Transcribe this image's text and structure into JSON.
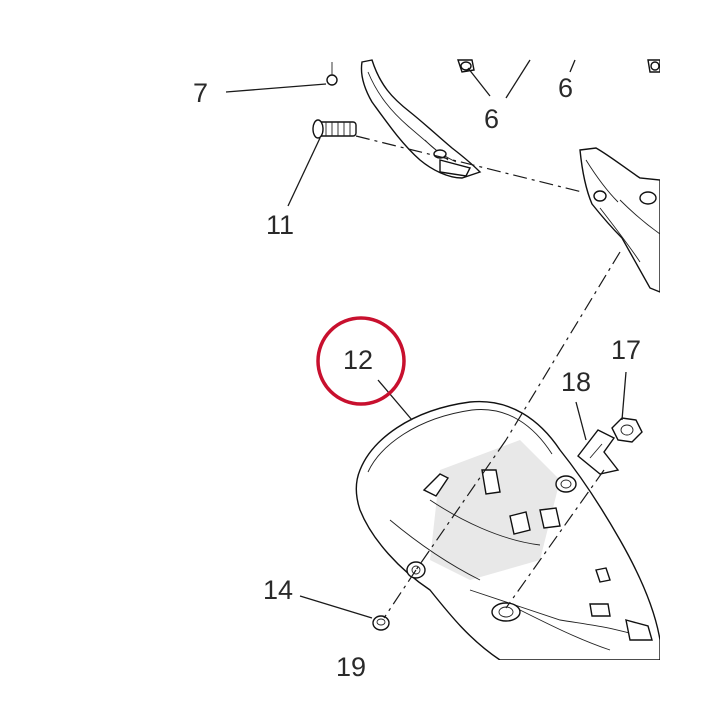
{
  "callouts": {
    "c7": "7",
    "c6a": "6",
    "c6b": "6",
    "c11": "11",
    "c12": "12",
    "c17": "17",
    "c18": "18",
    "c14": "14",
    "c19": "19"
  },
  "colors": {
    "highlight_circle": "#c8102e",
    "line": "#1a1a1a"
  }
}
